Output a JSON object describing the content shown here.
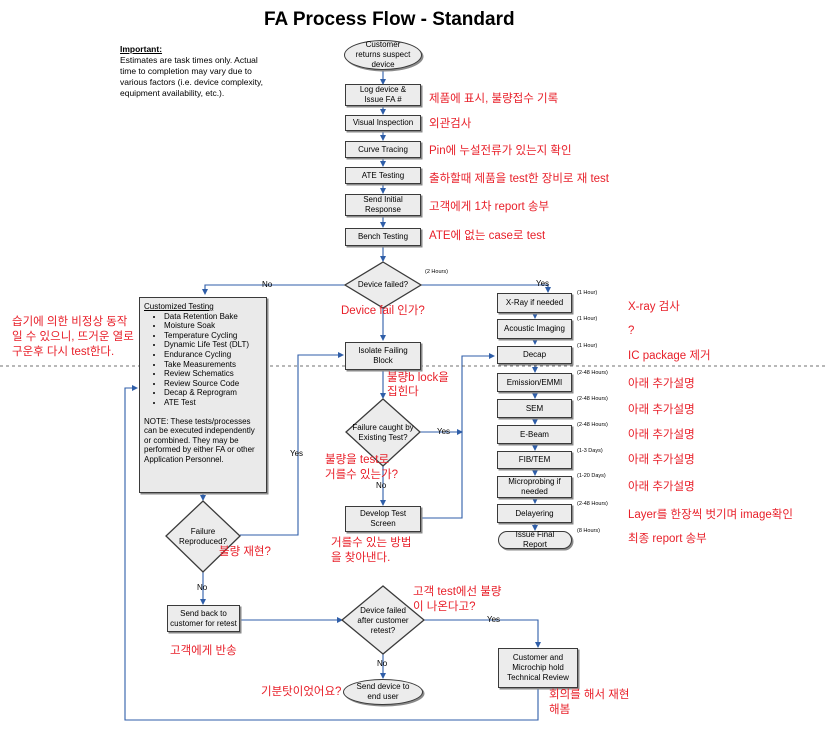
{
  "title": "FA Process Flow - Standard",
  "important": {
    "heading": "Important:",
    "line1": "Estimates are task times only.  Actual",
    "line2": "time to completion may vary due to",
    "line3": "various factors (i.e. device complexity,",
    "line4": "equipment availability, etc.)."
  },
  "main_flow": {
    "start": "Customer returns suspect device",
    "log": "Log device & Issue FA #",
    "visual": "Visual Inspection",
    "curve": "Curve Tracing",
    "ate": "ATE Testing",
    "initial_report": "Send Initial Response",
    "bench": "Bench Testing",
    "device_failed": "Device failed?",
    "device_failed_hours": "(2 Hours)",
    "isolate": "Isolate Failing Block",
    "caught": "Failure caught by Existing Test?",
    "develop": "Develop Test Screen",
    "reproduced": "Failure Reproduced?",
    "send_back": "Send back to customer for retest",
    "after_retest": "Device failed after customer retest?",
    "send_end": "Send device to end user",
    "review": "Customer and Microchip hold Technical Review"
  },
  "labels": {
    "yes": "Yes",
    "no": "No"
  },
  "customized": {
    "heading": "Customized Testing",
    "items": [
      "Data Retention Bake",
      "Moisture Soak",
      "Temperature Cycling",
      "Dynamic Life Test (DLT)",
      "Endurance Cycling",
      "Take Measurements",
      "Review Schematics",
      "Review Source Code",
      "Decap & Reprogram",
      "ATE Test"
    ],
    "note": "NOTE:  These tests/processes can be executed independently or combined.  They may be performed by either FA or other Application Personnel."
  },
  "analysis": [
    {
      "label": "X-Ray if needed",
      "hours": "(1 Hour)"
    },
    {
      "label": "Acoustic Imaging",
      "hours": "(1 Hour)"
    },
    {
      "label": "Decap",
      "hours": "(1 Hour)"
    },
    {
      "label": "Emission/EMMI",
      "hours": "(2-48 Hours)"
    },
    {
      "label": "SEM",
      "hours": "(2-48 Hours)"
    },
    {
      "label": "E-Beam",
      "hours": "(2-48 Hours)"
    },
    {
      "label": "FIB/TEM",
      "hours": "(1-3 Days)"
    },
    {
      "label": "Microprobing if needed",
      "hours": "(1-20 Days)"
    },
    {
      "label": "Delayering",
      "hours": "(2-48 Hours)"
    },
    {
      "label": "Issue Final Report",
      "hours": "(8 Hours)"
    }
  ],
  "annotations": {
    "log": "제품에 표시, 불량접수 기록",
    "visual": "외관검사",
    "curve": "Pin에 누설전류가 있는지 확인",
    "ate": "출하할때 제품을 test한 장비로 재 test",
    "initial": "고객에게 1차 report 송부",
    "bench": "ATE에 없는 case로 test",
    "device_fail": "Device fail 인가?",
    "moisture_1": "습기에 의한 비정상 동작",
    "moisture_2": "일 수 있으니, 뜨거운 열로",
    "moisture_3": "구운후 다시 test한다.",
    "block_1": "불량b lock을",
    "block_2": "집힌다",
    "catch_1": "불량을 test로",
    "catch_2": "거를수 있는가?",
    "method_1": "거를수 있는 방법",
    "method_2": "을 찾아낸다.",
    "reproduce": "불량 재현?",
    "return": "고객에게 반송",
    "customer_1": "고객 test에선 불량",
    "customer_2": "이 나온다고?",
    "mood": "기분탓이었어요?",
    "meeting_1": "회의를 해서 재현",
    "meeting_2": "해봄",
    "xray": "X-ray 검사",
    "acoustic": "?",
    "decap": "IC package 제거",
    "emmi": "아래 추가설명",
    "sem": "아래 추가설명",
    "ebeam": "아래 추가설명",
    "fib": "아래 추가설명",
    "micro": "아래 추가설명",
    "delayer": "Layer를 한장씩 벗기며 image확인",
    "final": "최종 report 송부"
  }
}
